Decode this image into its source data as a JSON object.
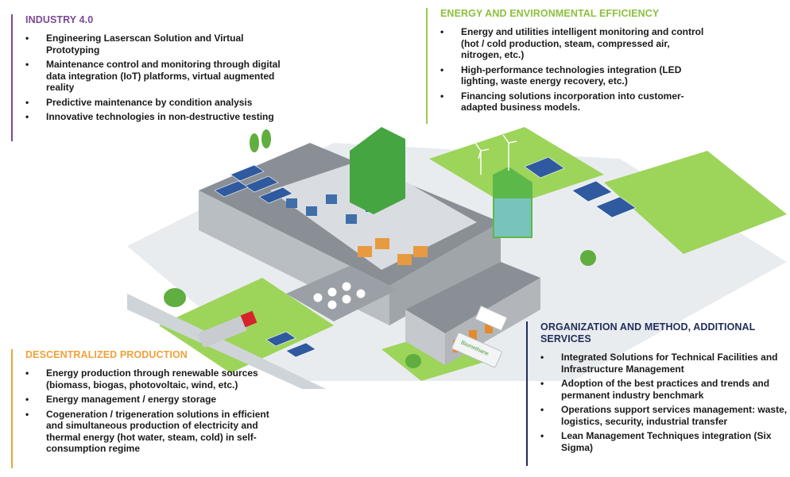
{
  "colors": {
    "industry": "#7b4a93",
    "energy": "#9acb4f",
    "descentral": "#f0a13a",
    "org": "#1f2d5a"
  },
  "industry": {
    "title": "INDUSTRY 4.0",
    "items": [
      "Engineering Laserscan Solution and Virtual Prototyping",
      "Maintenance control and monitoring through digital data integration (IoT) platforms, virtual augmented reality",
      "Predictive maintenance by condition analysis",
      "Innovative technologies in non-destructive testing"
    ]
  },
  "energy": {
    "title": "ENERGY AND ENVIRONMENTAL EFFICIENCY",
    "items": [
      "Energy and utilities intelligent monitoring and control (hot / cold production, steam, compressed air, nitrogen, etc.)",
      "High-performance technologies integration (LED lighting, waste energy recovery, etc.)",
      "Financing solutions incorporation into customer-adapted business models."
    ]
  },
  "descentral": {
    "title": "DESCENTRALIZED PRODUCTION",
    "items": [
      "Energy production through renewable sources (biomass, biogas, photovoltaic, wind, etc.)",
      "Energy management / energy storage",
      "Cogeneration / trigeneration solutions in efficient and simultaneous production of electricity and thermal energy (hot water, steam, cold) in self-consumption regime"
    ]
  },
  "org": {
    "title": "ORGANIZATION AND METHOD, ADDITIONAL SERVICES",
    "items": [
      "Integrated Solutions for Technical Facilities and Infrastructure Management",
      "Adoption of the best practices and trends and permanent industry benchmark",
      "Operations support services management: waste, logistics, security, industrial transfer",
      "Lean Management Techniques integration (Six Sigma)"
    ]
  },
  "scene": {
    "truck_label": "Biomethane"
  }
}
